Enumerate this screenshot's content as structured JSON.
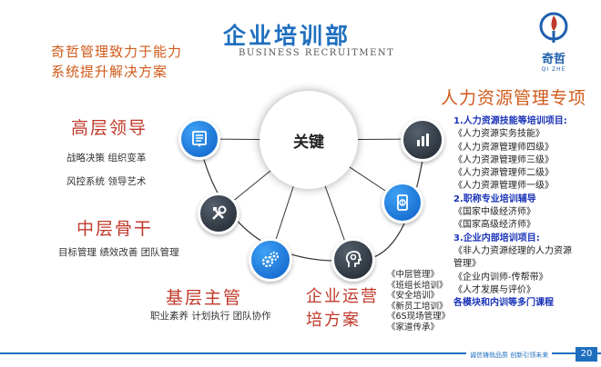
{
  "header": {
    "title": "企业培训部",
    "subtitle": "BUSINESS RECRUITMENT",
    "tagline_line1": "奇哲管理致力于能力",
    "tagline_line2": "系统提升解决方案"
  },
  "logo": {
    "name": "奇哲",
    "pinyin": "QI ZHE"
  },
  "center_label": "关键",
  "senior": {
    "title": "高层领导",
    "line1": "战略决策  组织变革",
    "line2": "风控系统  领导艺术"
  },
  "middle": {
    "title": "中层骨干",
    "line1": "目标管理 绩效改善 团队管理"
  },
  "frontline": {
    "title": "基层主管",
    "line1": "职业素养 计划执行 团队协作"
  },
  "operations": {
    "title_line1": "企业运营",
    "title_line2": "培方案",
    "items": [
      "《中层管理》",
      "《班组长培训》",
      "《安全培训》",
      "《新员工培训》",
      "《6S现场管理》",
      "《家道传承》"
    ]
  },
  "hr": {
    "title": "人力资源管理专项",
    "lines": [
      {
        "text": "1.人力资源技能等培训项目:",
        "style": "h"
      },
      {
        "text": "《人力资源实务技能》",
        "style": "n"
      },
      {
        "text": "《人力资源管理师四级》",
        "style": "n"
      },
      {
        "text": "《人力资源管理师三级》",
        "style": "n"
      },
      {
        "text": "《人力资源管理师二级》",
        "style": "n"
      },
      {
        "text": "《人力资源管理师一级》",
        "style": "n"
      },
      {
        "text": "2.职称专业培训辅导",
        "style": "h"
      },
      {
        "text": "《国家中级经济师》",
        "style": "n"
      },
      {
        "text": "《国家高级经济师》",
        "style": "n"
      },
      {
        "text": "3.企业内部培训项目:",
        "style": "h"
      },
      {
        "text": "《非人力资源经理的人力资源",
        "style": "n"
      },
      {
        "text": "管理》",
        "style": "n"
      },
      {
        "text": "《企业内训师-传帮带》",
        "style": "n"
      },
      {
        "text": "《人才发展与评价》",
        "style": "n"
      },
      {
        "text": "各模块和内训等多门课程",
        "style": "h"
      }
    ]
  },
  "footer": {
    "text": "诚信铸就品质   创新引领未来",
    "page": "20"
  },
  "icons": [
    "document-icon",
    "bar-chart-icon",
    "mobile-payment-icon",
    "head-gear-icon",
    "gears-icon",
    "tools-icon"
  ],
  "colors": {
    "accent_blue": "#1f6fbf",
    "title_orange": "#d05a1a",
    "category_red": "#c0392b",
    "heading_blue": "#1a33b8"
  }
}
